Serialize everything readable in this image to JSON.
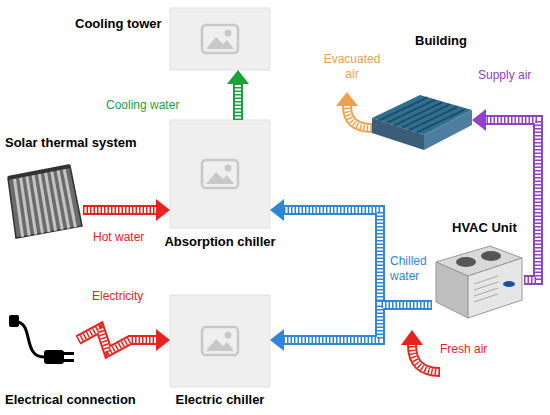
{
  "diagram": {
    "nodes": [
      {
        "text": [
          "Cooling tower"
        ]
      },
      {
        "text": [
          "Building"
        ]
      },
      {
        "text": [
          "Solar thermal system"
        ]
      },
      {
        "text": [
          "Absorption chiller"
        ]
      },
      {
        "text": [
          "HVAC Unit"
        ]
      },
      {
        "text": [
          "Electrical connection"
        ]
      },
      {
        "text": [
          "Electric chiller"
        ]
      }
    ],
    "edges": [
      {
        "from": 2,
        "to": 3,
        "arrow": "to",
        "label": "Hot water"
      },
      {
        "from": 3,
        "to": 0,
        "arrow": "to",
        "label": "Cooling water"
      },
      {
        "from": 4,
        "to": 3,
        "arrow": "to",
        "label": "Chilled water"
      },
      {
        "from": 4,
        "to": 6,
        "arrow": "to"
      },
      {
        "from": 5,
        "to": 6,
        "arrow": "to",
        "label": "Electricity"
      },
      {
        "from": 4,
        "to": 1,
        "arrow": "to",
        "label": "Supply air"
      }
    ],
    "labels": [
      "Evacuated air",
      "Fresh air"
    ]
  }
}
